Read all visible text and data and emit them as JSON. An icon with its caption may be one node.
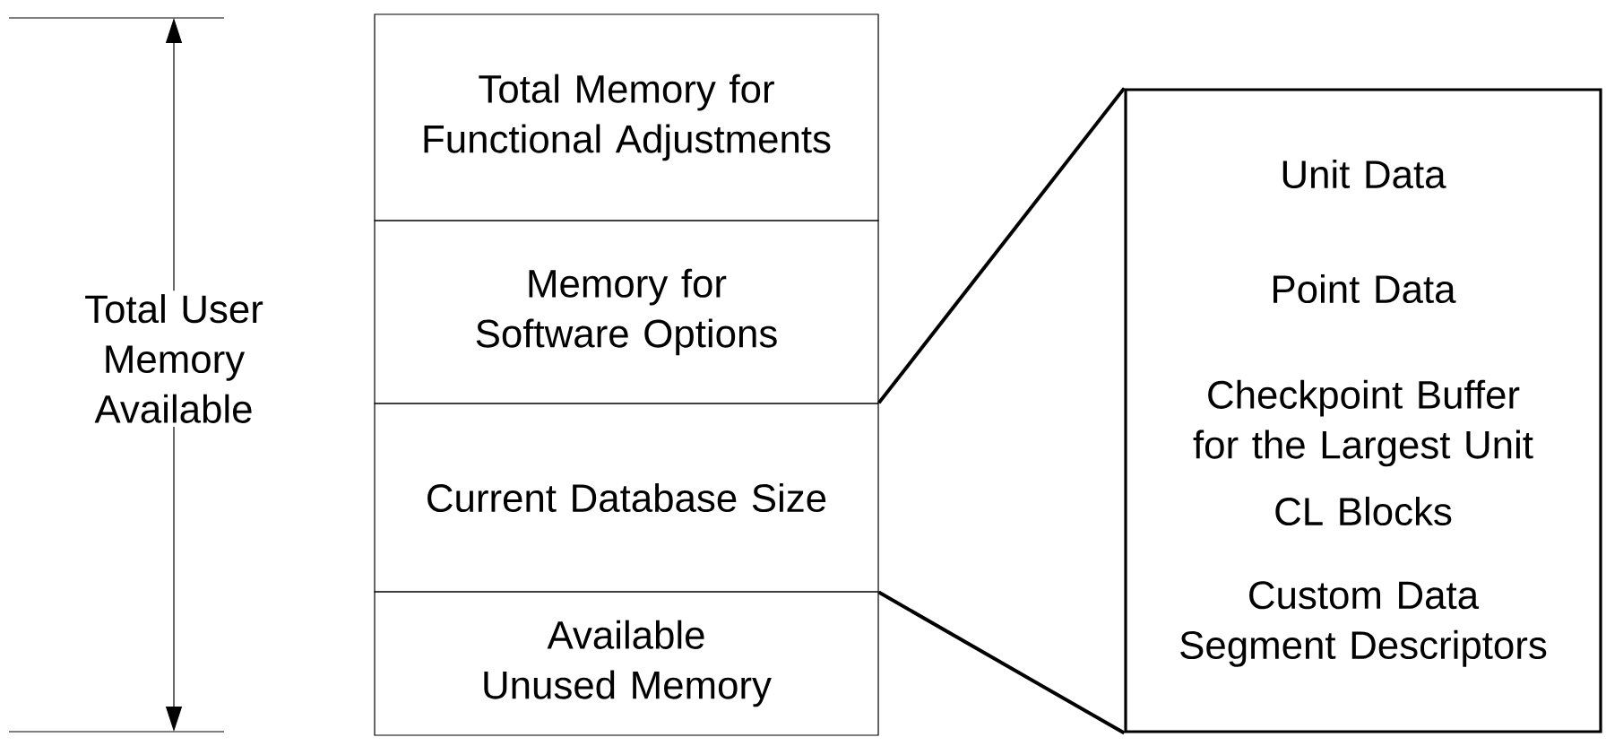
{
  "diagram": {
    "nodes": [
      {
        "text": [
          "Total Memory for Functional Adjustments"
        ]
      },
      {
        "text": [
          "Memory for Software Options"
        ]
      },
      {
        "text": [
          "Current Database Size"
        ]
      },
      {
        "text": [
          "Available Unused Memory"
        ]
      },
      {
        "text": [
          "Unit Data",
          "Point Data",
          "Checkpoint Buffer for the Largest Unit",
          "CL Blocks",
          "Custom Data Segment Descriptors"
        ]
      }
    ],
    "edges": [
      {
        "from": 2,
        "to": 4,
        "arrow": "none"
      },
      {
        "from": 2,
        "to": 4,
        "arrow": "none"
      }
    ],
    "labels": [
      "Total User Memory Available"
    ]
  }
}
